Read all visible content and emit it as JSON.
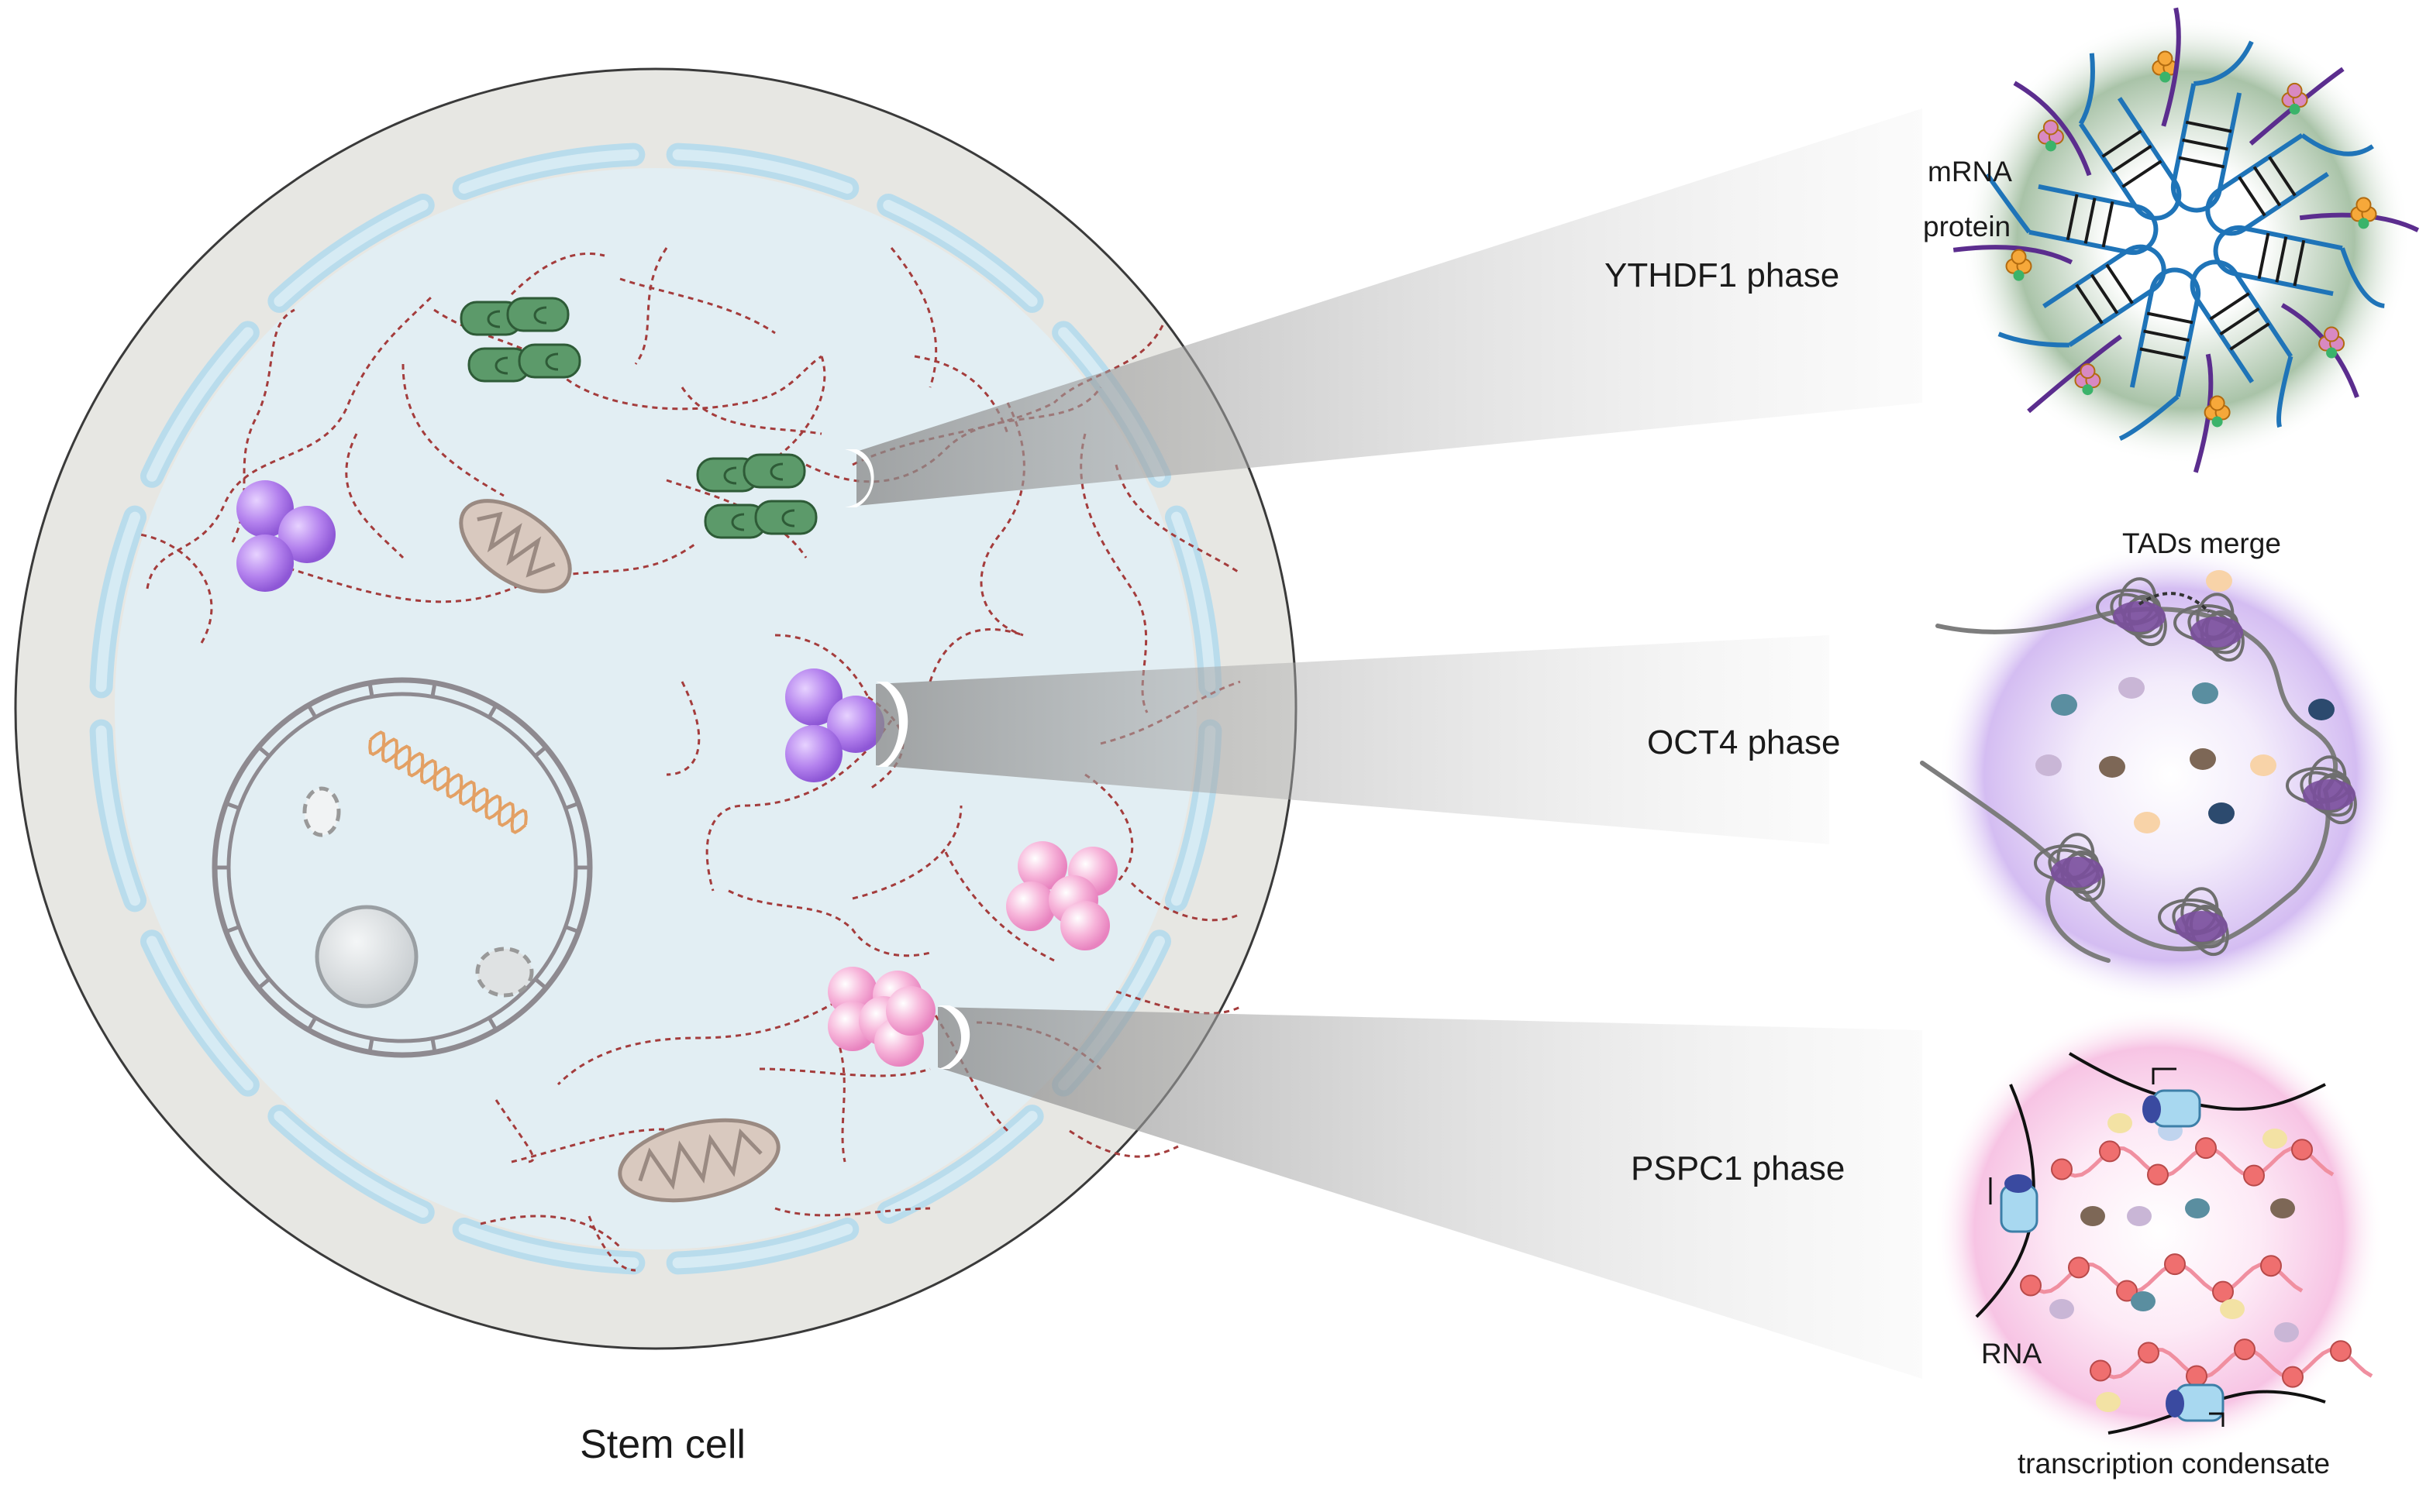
{
  "cell": {
    "title": "Stem cell"
  },
  "phases": [
    {
      "label": "YTHDF1 phase",
      "labels": [
        "mRNA",
        "protein"
      ]
    },
    {
      "label": "OCT4 phase",
      "labels": [
        "TADs merge"
      ]
    },
    {
      "label": "PSPC1 phase",
      "labels": [
        "RNA",
        "transcription condensate"
      ]
    }
  ],
  "colors": {
    "cytoplasm": "#e2eef3",
    "membrane_outer": "#e7e7e3",
    "membrane_blue": "#b9dcec",
    "ythdf1_glow": "#7aa27a",
    "oct4_glow": "#c6a4ef",
    "pspc1_glow": "#f6b4dd",
    "green_condensate": "#5c9a6a",
    "purple_condensate": "#b482ee",
    "pink_condensate": "#f5a3d2",
    "mrna_blue": "#1f74b8",
    "protein_purple": "#5b2d8e",
    "chromatin_purple": "#7a4f9c",
    "rna_red": "#ef6f6f"
  }
}
